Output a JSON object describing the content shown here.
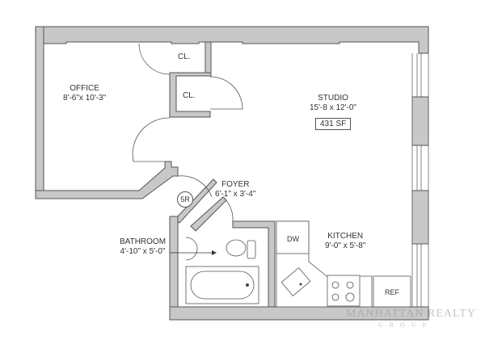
{
  "floorplan": {
    "rooms": [
      {
        "name": "OFFICE",
        "dimensions": "8'-6\"x 10'-3\""
      },
      {
        "name": "STUDIO",
        "dimensions": "15'-8 x 12'-0\"",
        "area": "431 SF"
      },
      {
        "name": "FOYER",
        "dimensions": "6'-1\" x 3'-4\""
      },
      {
        "name": "BATHROOM",
        "dimensions": "4'-10\" x 5'-0\""
      },
      {
        "name": "KITCHEN",
        "dimensions": "9'-0\" x 5'-8\""
      }
    ],
    "closets": [
      "CL.",
      "CL."
    ],
    "unit_badge": "5R",
    "fixtures": {
      "dishwasher": "DW",
      "refrigerator": "REF"
    },
    "colors": {
      "wall": "#c8c8c8",
      "wall_outline": "#555555",
      "background": "#ffffff"
    }
  },
  "watermark": {
    "brand": "MANHATTAN REALTY",
    "sub": "G R O U P"
  }
}
